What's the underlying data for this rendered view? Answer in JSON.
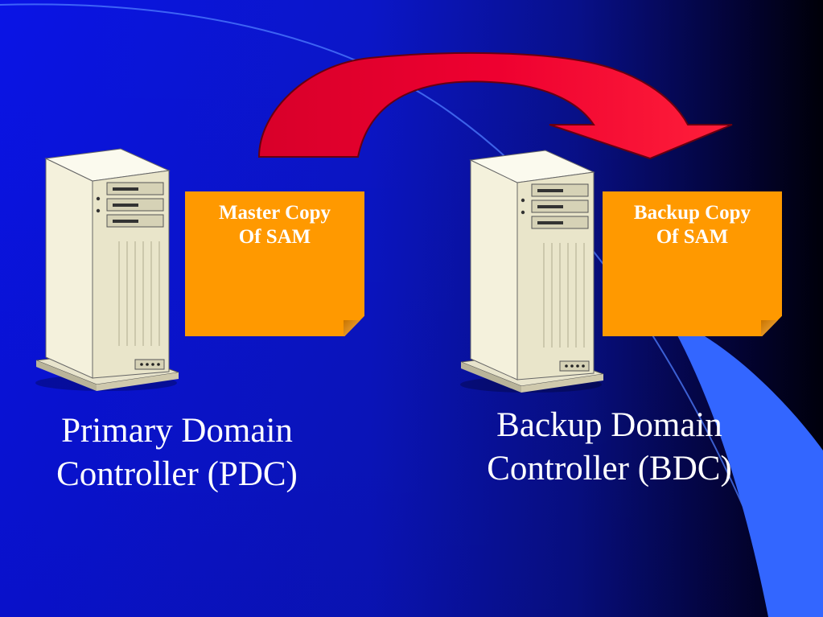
{
  "slide": {
    "colors": {
      "background_left": "#0a14e6",
      "background_right": "#000008",
      "arrow": "#e0002a",
      "note": "#ff9900",
      "swoosh": "#3366ff",
      "text": "#ffffff"
    },
    "pdc": {
      "note_line1": "Master Copy",
      "note_line2": "Of SAM",
      "label_line1": "Primary Domain",
      "label_line2": "Controller (PDC)"
    },
    "bdc": {
      "note_line1": "Backup Copy",
      "note_line2": "Of SAM",
      "label_line1": "Backup Domain",
      "label_line2": "Controller (BDC)"
    },
    "icons": {
      "pdc_server": "server-tower-icon",
      "bdc_server": "server-tower-icon",
      "replication": "curved-arrow-icon"
    }
  }
}
